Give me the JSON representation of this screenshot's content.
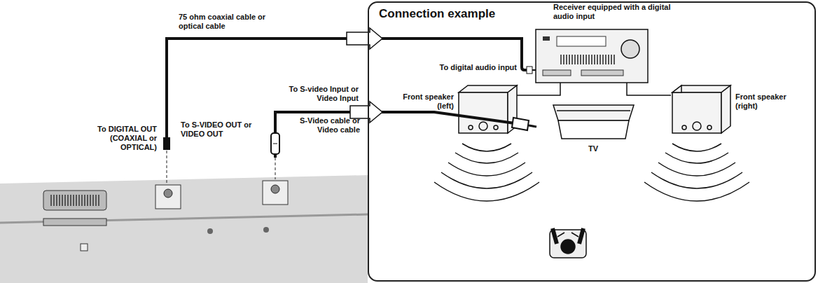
{
  "diagram": {
    "nodes": [
      {
        "text": [
          "Connection example"
        ]
      }
    ],
    "labels": [
      "75 ohm coaxial cable or optical cable",
      "Receiver equipped with a digital audio input",
      "To digital audio input",
      "To S-video Input or Video Input",
      "S-Video cable or Video cable",
      "To DIGITAL OUT (COAXIAL or OPTICAL)",
      "To S-VIDEO OUT or VIDEO OUT",
      "Front speaker (left)",
      "Front speaker (right)",
      "TV"
    ]
  }
}
